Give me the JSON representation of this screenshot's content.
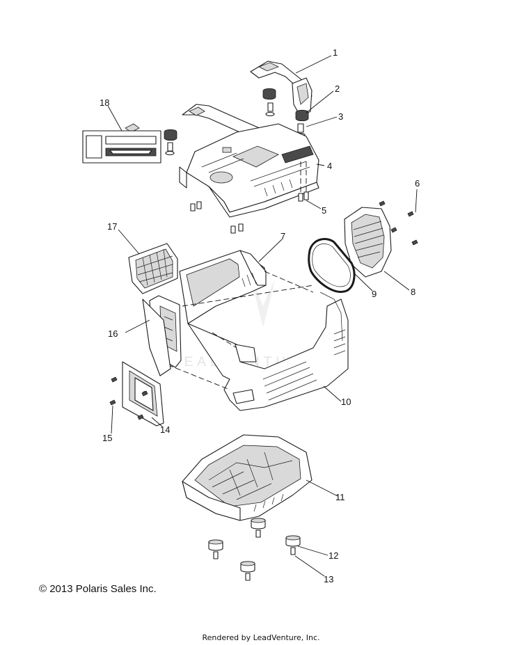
{
  "copyright": "© 2013 Polaris Sales Inc.",
  "footer": "Rendered by LeadVenture, Inc.",
  "watermark": "LEADVENTURE",
  "callouts": {
    "c1": "1",
    "c2": "2",
    "c3": "3",
    "c4": "4",
    "c5": "5",
    "c6": "6",
    "c7": "7",
    "c8": "8",
    "c9": "9",
    "c10": "10",
    "c11": "11",
    "c12": "12",
    "c13": "13",
    "c14": "14",
    "c15": "15",
    "c16": "16",
    "c17": "17",
    "c18": "18"
  }
}
